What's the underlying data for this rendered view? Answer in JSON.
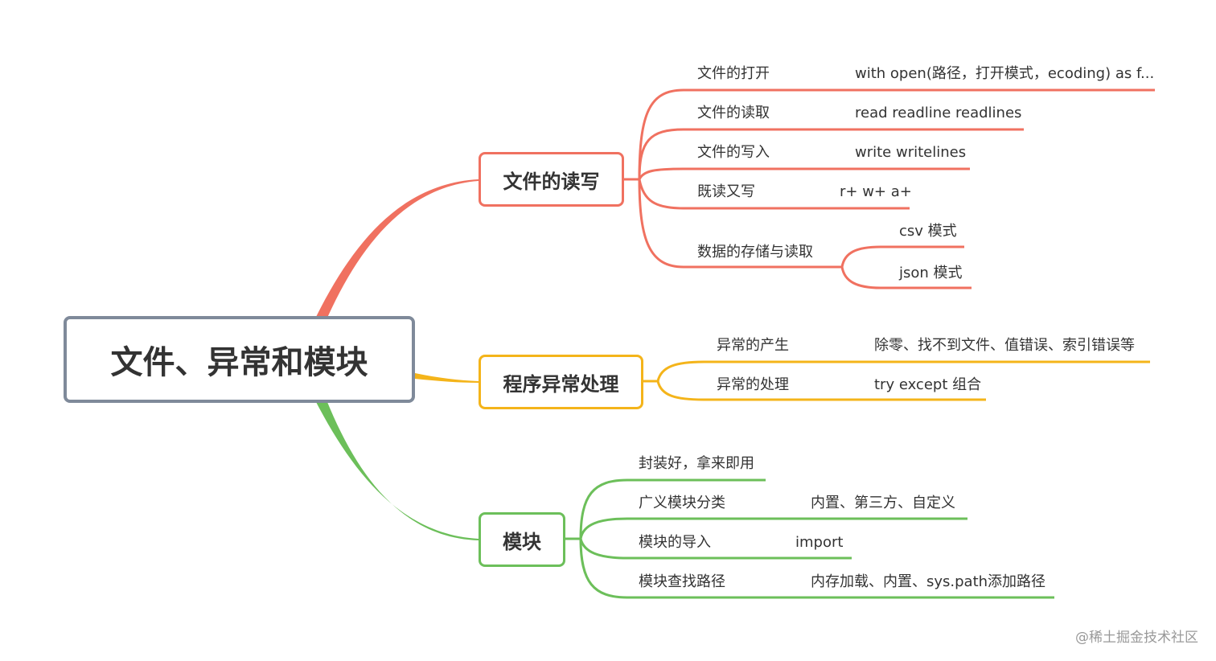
{
  "colors": {
    "branch1": "#f07160",
    "branch2": "#f4b41a",
    "branch3": "#6cbf5a",
    "central_border": "#7f8a9a"
  },
  "central": "文件、异常和模块",
  "branches": [
    {
      "title": "文件的读写",
      "items": [
        {
          "label": "文件的打开",
          "detail": "with open(路径，打开模式，ecoding) as f..."
        },
        {
          "label": "文件的读取",
          "detail": "read readline readlines"
        },
        {
          "label": "文件的写入",
          "detail": "write writelines"
        },
        {
          "label": "既读又写",
          "detail": "r+ w+ a+"
        },
        {
          "label": "数据的存储与读取",
          "children": [
            "csv 模式",
            "json 模式"
          ]
        }
      ]
    },
    {
      "title": "程序异常处理",
      "items": [
        {
          "label": "异常的产生",
          "detail": "除零、找不到文件、值错误、索引错误等"
        },
        {
          "label": "异常的处理",
          "detail": "try except 组合"
        }
      ]
    },
    {
      "title": "模块",
      "items": [
        {
          "label": "封装好，拿来即用"
        },
        {
          "label": "广义模块分类",
          "detail": "内置、第三方、自定义"
        },
        {
          "label": "模块的导入",
          "detail": "import"
        },
        {
          "label": "模块查找路径",
          "detail": "内存加载、内置、sys.path添加路径"
        }
      ]
    }
  ],
  "watermark": "@稀土掘金技术社区"
}
